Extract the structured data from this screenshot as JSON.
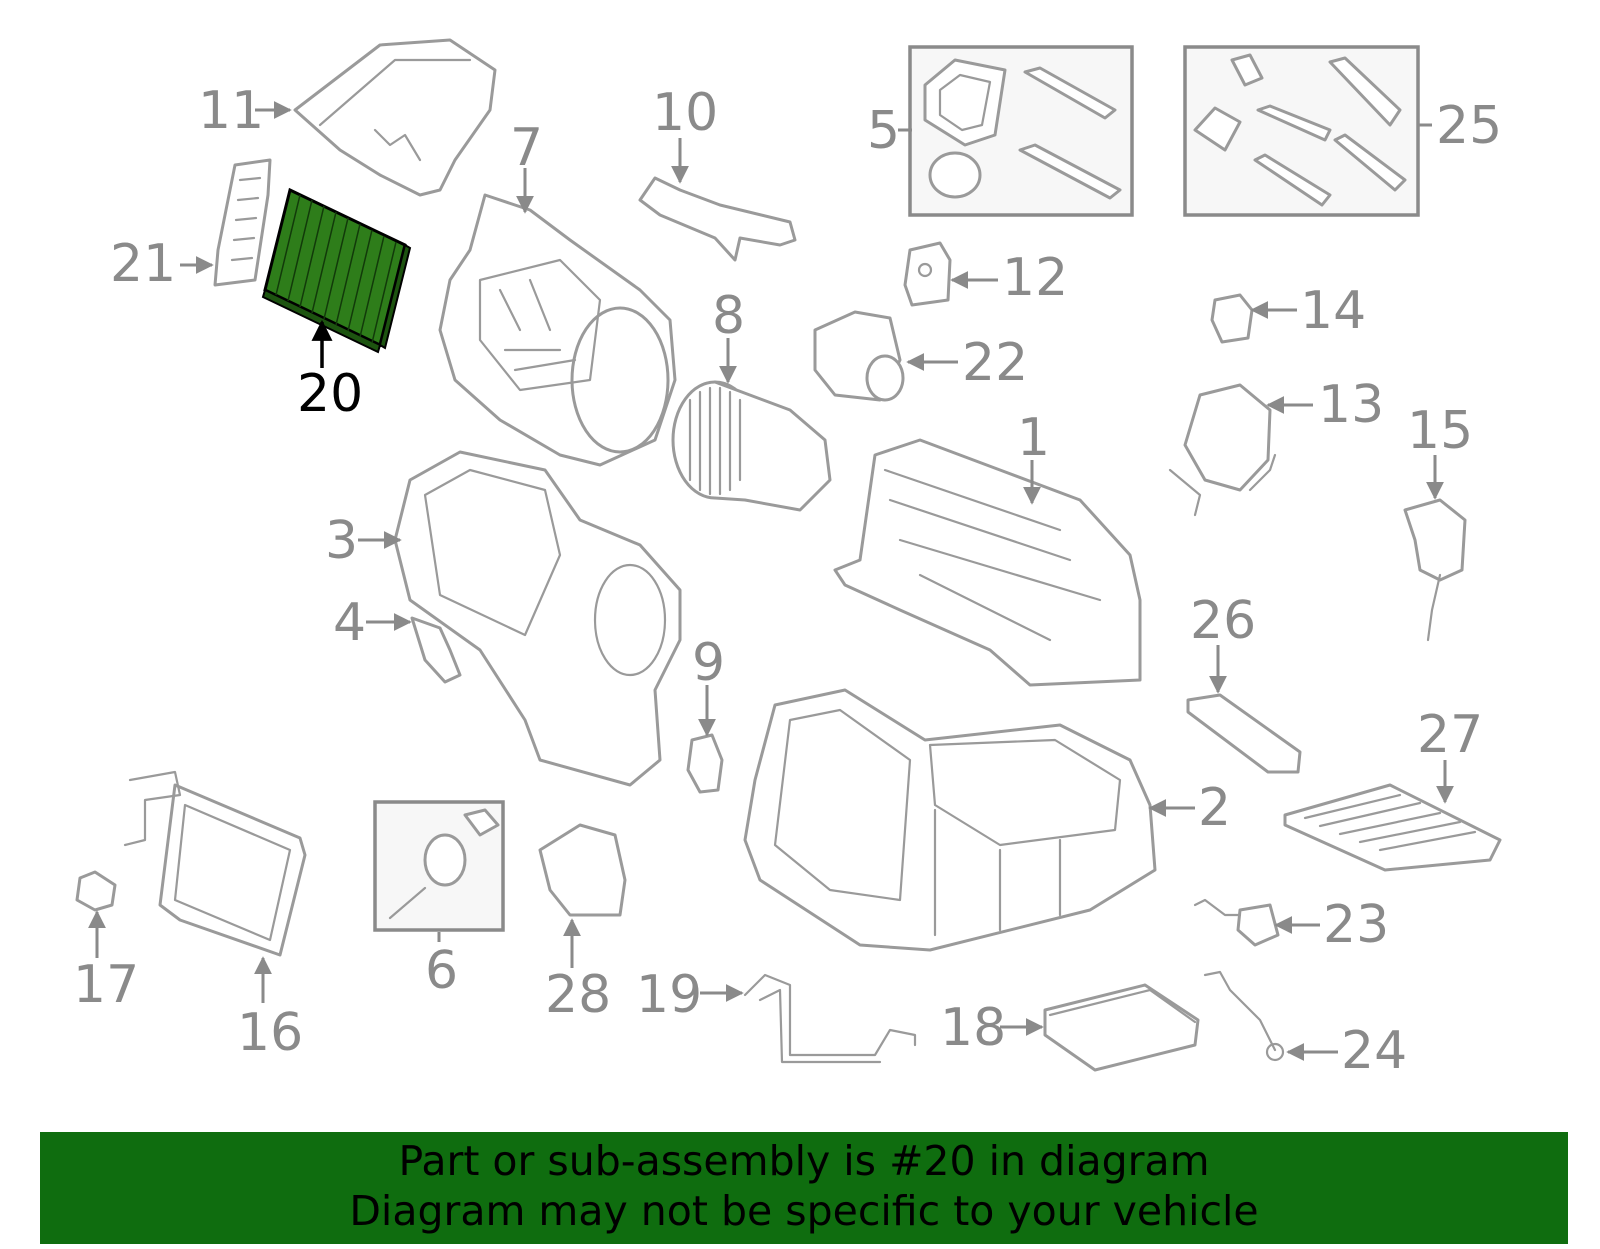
{
  "diagram": {
    "highlighted_part": "20",
    "highlight_color": "#2e7d1a",
    "footer_color": "#0f6d0f",
    "callouts": [
      "1",
      "2",
      "3",
      "4",
      "5",
      "6",
      "7",
      "8",
      "9",
      "10",
      "11",
      "12",
      "13",
      "14",
      "15",
      "16",
      "17",
      "18",
      "19",
      "20",
      "21",
      "22",
      "23",
      "24",
      "25",
      "26",
      "27",
      "28"
    ]
  },
  "footer": {
    "line1": "Part or sub-assembly is #20 in diagram",
    "line2": "Diagram may not be specific to your vehicle"
  }
}
